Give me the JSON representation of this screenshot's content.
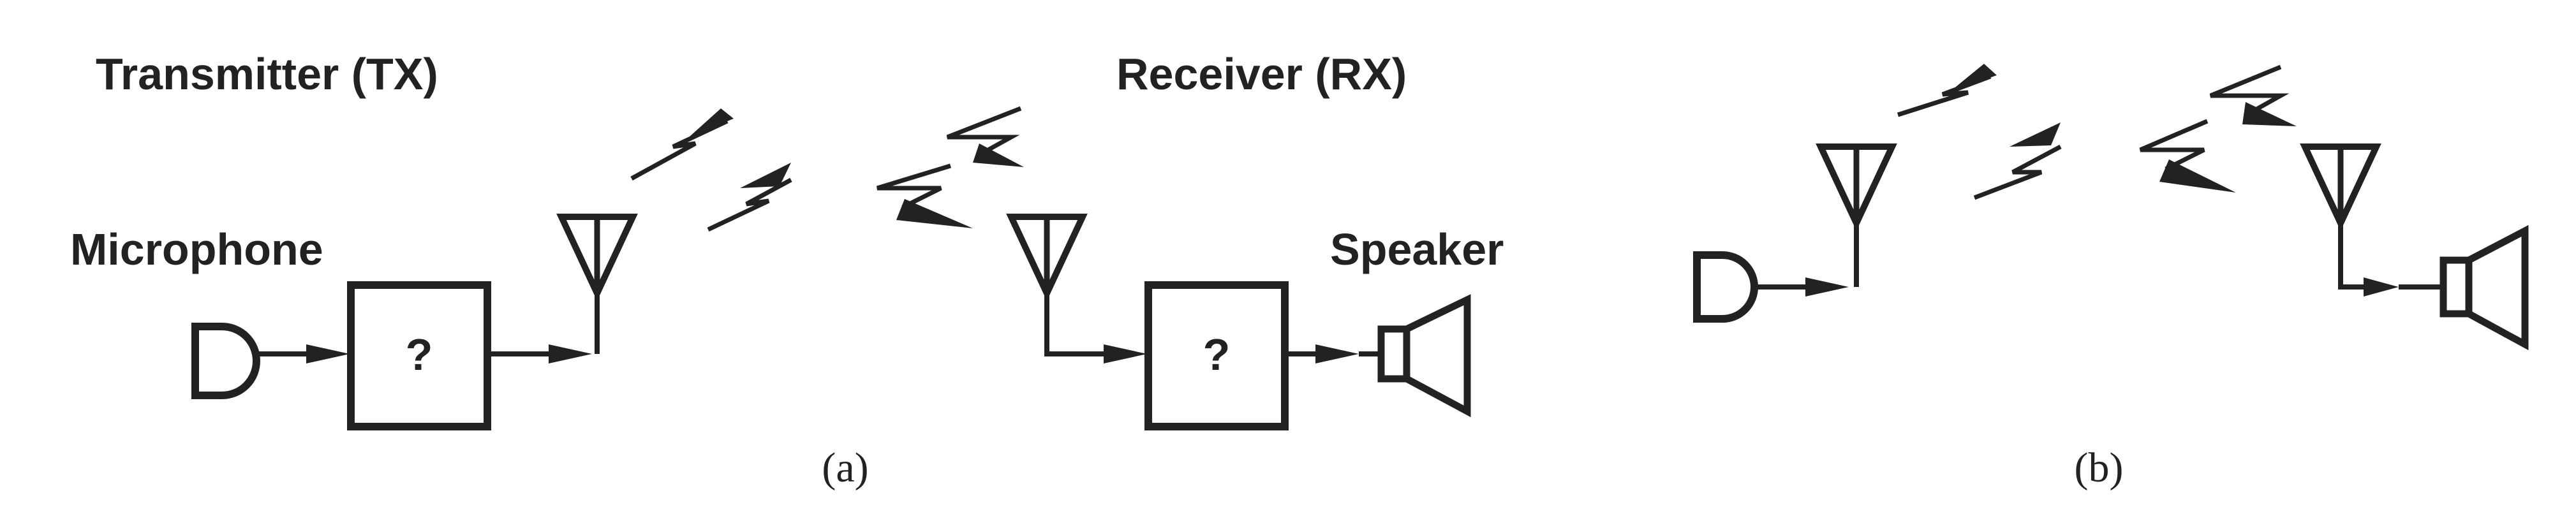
{
  "diagram": {
    "panel_a": {
      "caption": "(a)",
      "tx_title": "Transmitter (TX)",
      "rx_title": "Receiver (RX)",
      "microphone_label": "Microphone",
      "speaker_label": "Speaker",
      "tx_box_text": "?",
      "rx_box_text": "?"
    },
    "panel_b": {
      "caption": "(b)"
    }
  }
}
